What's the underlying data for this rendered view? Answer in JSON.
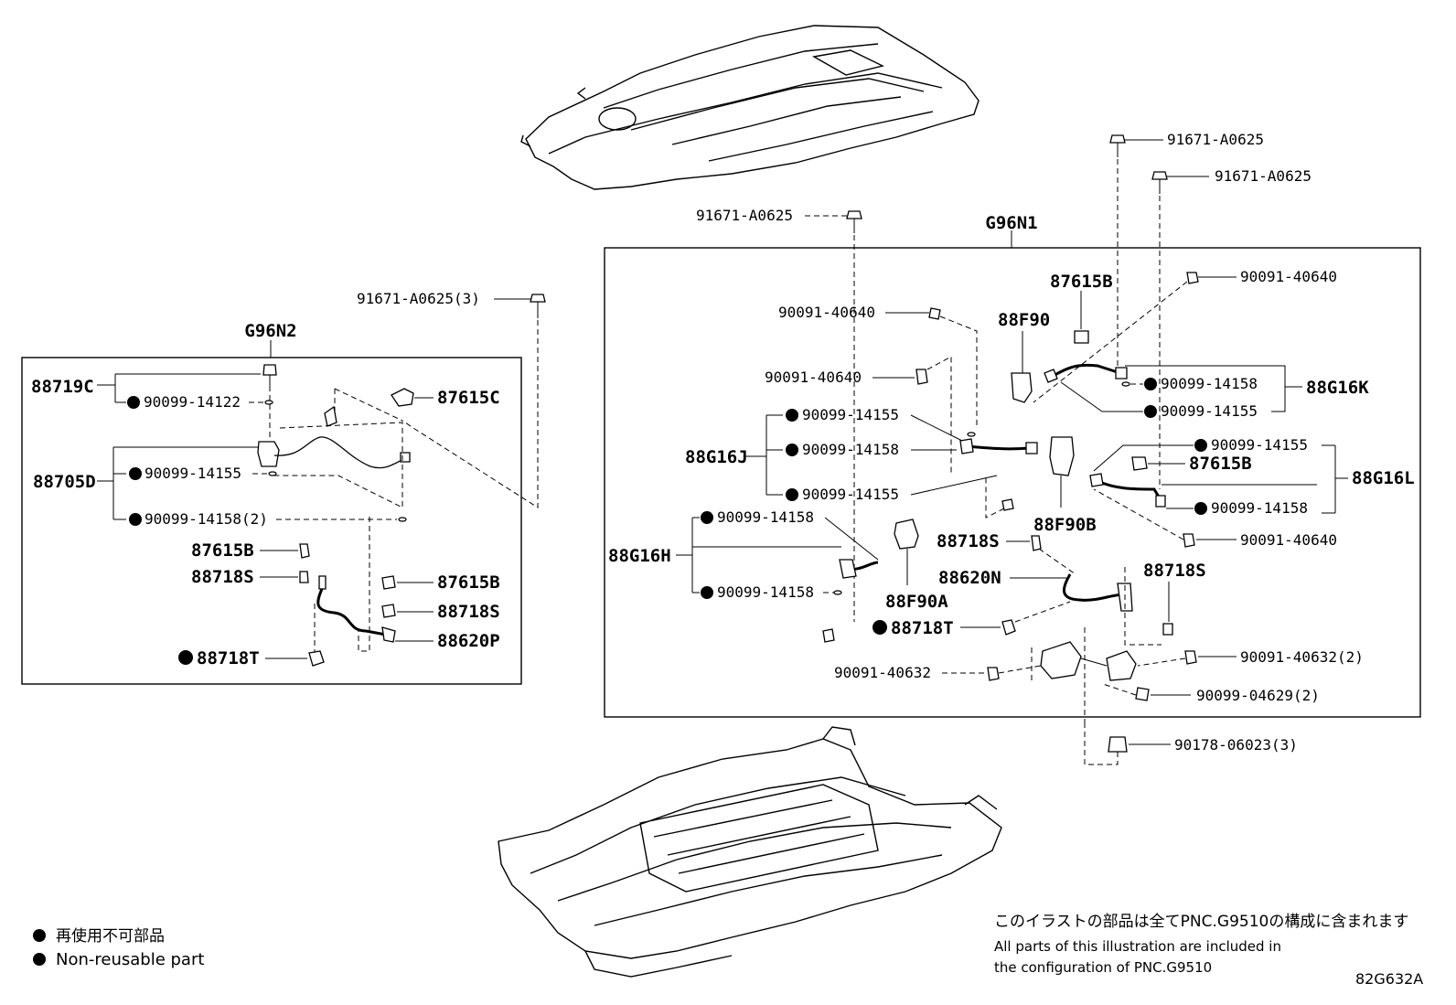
{
  "diagram_code": "82G632A",
  "legend": {
    "jp": "再使用不可部品",
    "en": "Non-reusable part"
  },
  "footnote": {
    "jp": "このイラストの部品は全てPNC.G9510の構成に含まれます",
    "en_line1": "All parts of this illustration are included in",
    "en_line2": "the configuration of PNC.G9510"
  },
  "group_left": {
    "code": "G96N2",
    "labels": {
      "bolt_3": "91671-A0625(3)",
      "p88719C": "88719C",
      "p90099_14122": "90099-14122",
      "p87615C": "87615C",
      "p88705D": "88705D",
      "p90099_14155": "90099-14155",
      "p90099_14158_2": "90099-14158(2)",
      "p87615B_a": "87615B",
      "p88718S_a": "88718S",
      "p87615B_b": "87615B",
      "p88718S_b": "88718S",
      "p88620P": "88620P",
      "p88718T": "88718T"
    }
  },
  "group_right": {
    "code": "G96N1",
    "labels": {
      "bolt_a": "91671-A0625",
      "bolt_b": "91671-A0625",
      "bolt_c": "91671-A0625",
      "n90091_40640_a": "90091-40640",
      "n90091_40640_b": "90091-40640",
      "n90091_40640_c": "90091-40640",
      "n90091_40640_d": "90091-40640",
      "p87615B_top": "87615B",
      "p88F90": "88F90",
      "k_14158": "90099-14158",
      "k_14155": "90099-14155",
      "p88G16K": "88G16K",
      "j_14155_a": "90099-14155",
      "j_14158": "90099-14158",
      "j_14155_b": "90099-14155",
      "p88G16J": "88G16J",
      "l_14155": "90099-14155",
      "p87615B_mid": "87615B",
      "p88G16L": "88G16L",
      "l_14158": "90099-14158",
      "p88F90B": "88F90B",
      "h_14158_a": "90099-14158",
      "h_14158_b": "90099-14158",
      "p88G16H": "88G16H",
      "p88718S_a": "88718S",
      "p88620N": "88620N",
      "p88F90A": "88F90A",
      "p88718S_b": "88718S",
      "p88718T": "88718T",
      "n90091_40632": "90091-40632",
      "n90091_40632_2": "90091-40632(2)",
      "n90099_04629_2": "90099-04629(2)",
      "n90178_06023_3": "90178-06023(3)"
    }
  }
}
